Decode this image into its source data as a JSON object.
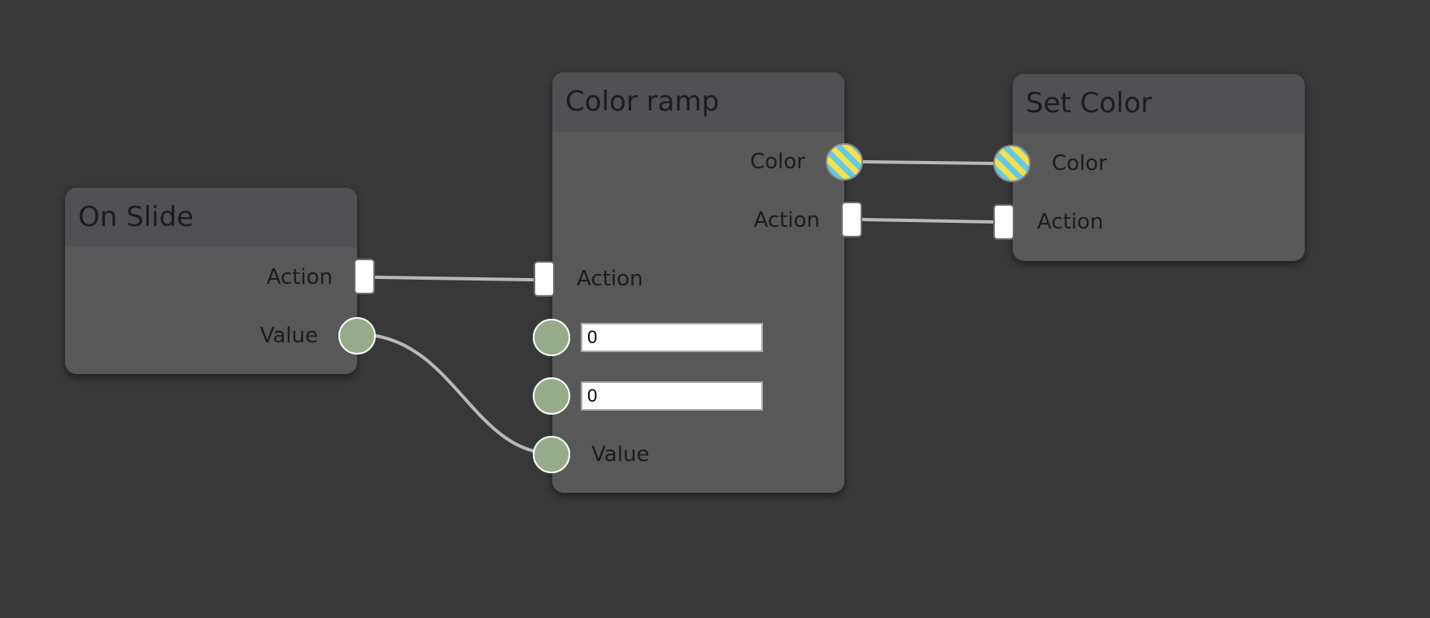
{
  "colors": {
    "background": "#383838",
    "node_body": "#585858",
    "node_header": "#515055",
    "wire": "#b9b9b9",
    "value_port": "#97ab8a",
    "color_port_a": "#f2e34a",
    "color_port_b": "#66c8e6"
  },
  "nodes": {
    "on_slide": {
      "title": "On Slide",
      "outputs": {
        "action": "Action",
        "value": "Value"
      }
    },
    "color_ramp": {
      "title": "Color ramp",
      "outputs": {
        "color": "Color",
        "action": "Action"
      },
      "inputs": {
        "action": "Action",
        "min_value": "0",
        "max_value": "0",
        "value": "Value"
      }
    },
    "set_color": {
      "title": "Set Color",
      "inputs": {
        "color": "Color",
        "action": "Action"
      }
    }
  },
  "icons": {
    "action_port": "action-port-icon",
    "value_port": "value-port-icon",
    "color_port": "color-port-icon"
  }
}
